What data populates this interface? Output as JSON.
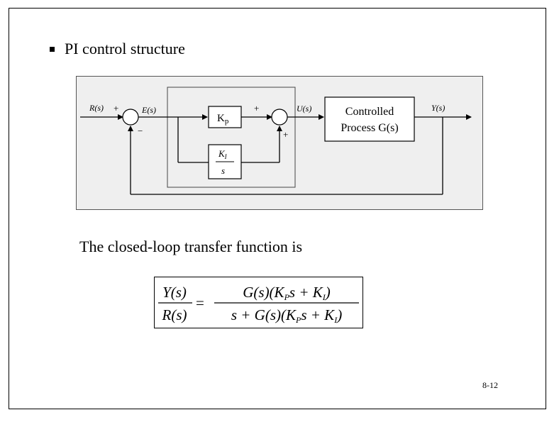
{
  "slide": {
    "bullet_text": "PI control structure",
    "intro_text": "The closed-loop transfer function is",
    "page_number": "8-12"
  },
  "diagram": {
    "input_label": "R(s)",
    "plus_sign_1": "+",
    "error_label": "E(s)",
    "minus_sign": "−",
    "kp_label": "K",
    "kp_subscript": "p",
    "ki_numerator": "K",
    "ki_subscript": "I",
    "ki_denominator": "s",
    "plus_sign_2": "+",
    "plus_sign_3": "+",
    "control_label": "U(s)",
    "process_line1": "Controlled",
    "process_line2": "Process G(s)",
    "output_label": "Y(s)"
  },
  "formula": {
    "lhs_num": "Y(s)",
    "lhs_den": "R(s)",
    "equals": "=",
    "rhs_num": "G(s)(K",
    "rhs_num_sub": "P",
    "rhs_num_rest": "s + K",
    "rhs_num_sub2": "I",
    "rhs_num_end": ")",
    "rhs_den": "s + G(s)(K",
    "rhs_den_sub": "P",
    "rhs_den_rest": "s + K",
    "rhs_den_sub2": "I",
    "rhs_den_end": ")"
  }
}
